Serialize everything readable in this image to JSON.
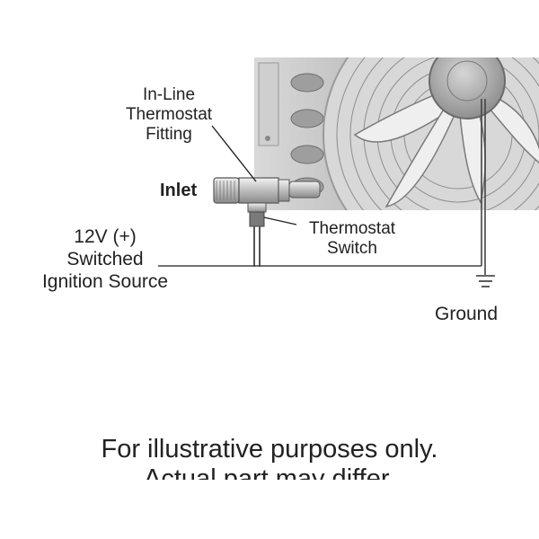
{
  "labels": {
    "fitting": [
      "In-Line",
      "Thermostat",
      "Fitting"
    ],
    "inlet": "Inlet",
    "switch": [
      "Thermostat",
      "Switch"
    ],
    "source": [
      "12V (+)",
      "Switched",
      "Ignition Source"
    ],
    "ground": "Ground"
  },
  "disclaimer": [
    "For illustrative purposes only.",
    "Actual part may differ."
  ],
  "colors": {
    "wire": "#444444",
    "fan_shroud": "#bdbdbd",
    "fan_blade": "#e6e6e6",
    "fitting_metal": "#c8c8c8"
  }
}
